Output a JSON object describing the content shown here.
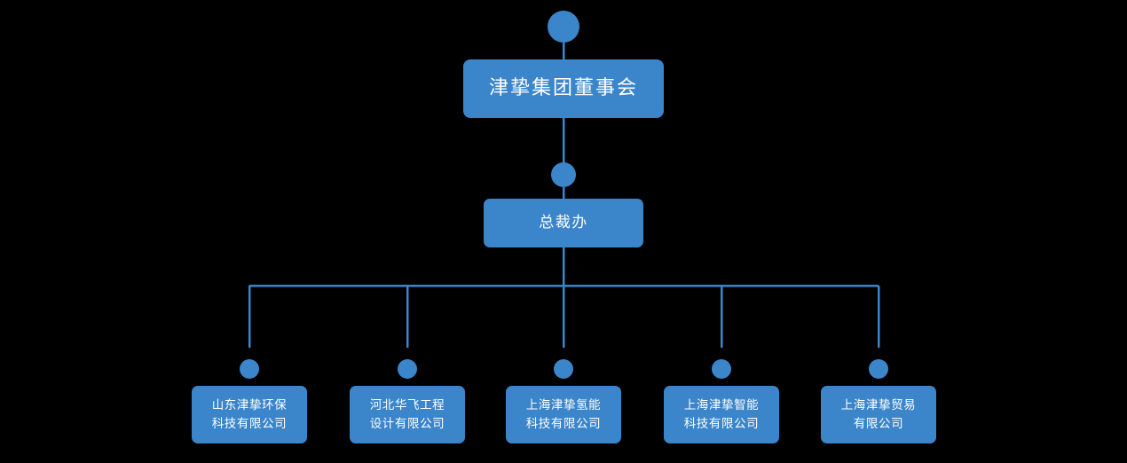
{
  "chart": {
    "type": "org-chart",
    "title": "",
    "background_color": "#000000",
    "node_color": "#3b85cb",
    "text_color": "#ffffff",
    "connector_color": "#3b85cb",
    "levels": 3,
    "nodes": {
      "root": {
        "label": "津挚集团董事会",
        "level": 0,
        "has_bullet": true
      },
      "mid": {
        "label": "总裁办",
        "level": 1,
        "has_bullet": true
      },
      "leaves": [
        {
          "label": "山东津挚环保\n科技有限公司",
          "level": 2,
          "has_bullet": true
        },
        {
          "label": "河北华飞工程\n设计有限公司",
          "level": 2,
          "has_bullet": true
        },
        {
          "label": "上海津挚氢能\n科技有限公司",
          "level": 2,
          "has_bullet": true
        },
        {
          "label": "上海津挚智能\n科技有限公司",
          "level": 2,
          "has_bullet": true
        },
        {
          "label": "上海津挚贸易\n有限公司",
          "level": 2,
          "has_bullet": true
        }
      ]
    }
  }
}
